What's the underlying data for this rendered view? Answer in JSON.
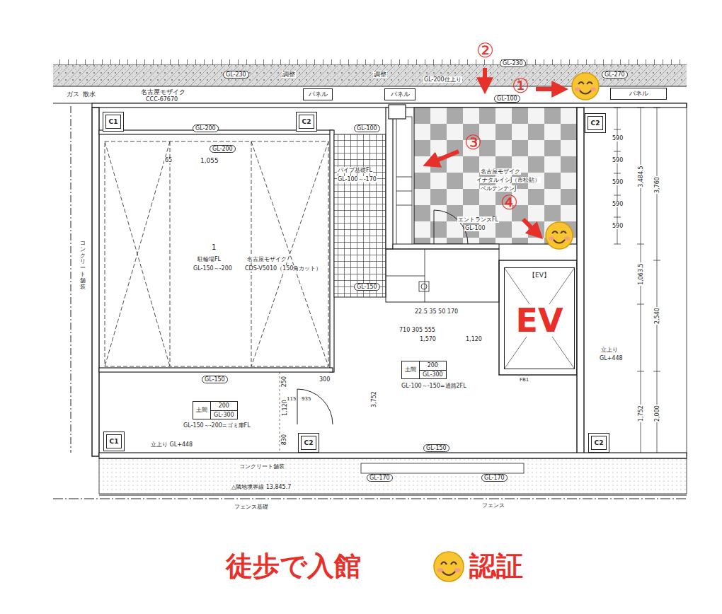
{
  "diagram": {
    "caption": "徒歩で入館",
    "nodes": [
      {
        "text": [
          "C1"
        ]
      },
      {
        "text": [
          "C2"
        ]
      },
      {
        "text": [
          "C2"
        ]
      },
      {
        "text": [
          "C1"
        ]
      },
      {
        "text": [
          "C2"
        ]
      },
      {
        "text": [
          "C2"
        ]
      },
      {
        "text": [
          "パネル"
        ]
      },
      {
        "text": [
          "パネル"
        ]
      },
      {
        "text": [
          "パネル"
        ]
      },
      {
        "text": [
          "【EV】",
          "EV"
        ]
      },
      {
        "text": [
          "土間",
          "200",
          "GL-300"
        ]
      },
      {
        "text": [
          "土間",
          "200",
          "GL-300"
        ]
      }
    ],
    "labels": [
      "ガス",
      "散水",
      "名古屋モザイク",
      "CCC-67670",
      "GL-230",
      "調整",
      "調整",
      "GL-230",
      "GL-200仕上り",
      "GL-270",
      "GL-100",
      "GL-200",
      "GL-200",
      "65",
      "1,055",
      "GL-100",
      "パイプ基礎FL",
      "GL-100～-170",
      "1",
      "駐輪場FL",
      "GL-150～-200",
      "名古屋モザイク",
      "CDS-V5010（150角カット）",
      "GL-150",
      "名古屋モザイク",
      "イナタルイシJ（市松貼）",
      "ベルテンテンJ",
      "エントランスFL",
      "GL-100",
      "590",
      "590",
      "590",
      "590",
      "590",
      "3,484.5",
      "3,760",
      "1,063.5",
      "2,540",
      "1,752",
      "2,000",
      "立上り",
      "GL+448",
      "22.5 35 50 170",
      "710 305 555",
      "1,570",
      "1,120",
      "FB1",
      "3,752",
      "GL-100～-150=通路2FL",
      "立上り GL+448",
      "GL-150～-200=ゴミ庫FL",
      "250",
      "1,120",
      "830",
      "300",
      "115",
      "935",
      "GL-150",
      "GL-150",
      "コンクリート舗装",
      "△隣地境界線 13,845.7",
      "フェンス基礎",
      "フェンス",
      "GL-170",
      "GL-170",
      "コンクリート舗装",
      "①",
      "②",
      "③",
      "④",
      "認証"
    ]
  }
}
